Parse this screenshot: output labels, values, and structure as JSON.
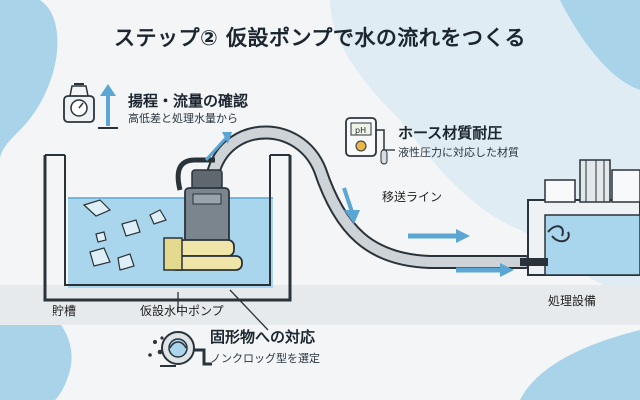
{
  "title": "ステップ② 仮設ポンプで水の流れをつくる",
  "callouts": {
    "head_flow": {
      "heading": "揚程・流量の確認",
      "sub": "高低差と処理水量から",
      "icons": [
        "scale-icon",
        "up-arrow-icon"
      ]
    },
    "hose": {
      "heading": "ホース材質耐圧",
      "sub": "液性圧力に対応した材質",
      "icons": [
        "ph-meter-icon"
      ]
    },
    "solids": {
      "heading": "固形物への対応",
      "sub": "ノンクロッグ型を選定",
      "icons": [
        "non-clog-impeller-icon"
      ]
    }
  },
  "labels": {
    "tank": "貯槽",
    "pump": "仮設水中ポンプ",
    "line": "移送ライン",
    "facility": "処理設備"
  },
  "colors": {
    "water": "#a9d6ec",
    "accent_blue": "#5ba6d3",
    "pump_body": "#7b858d",
    "pump_float": "#efe5a8",
    "outline": "#2b333a",
    "background": "#f3f5f6"
  }
}
